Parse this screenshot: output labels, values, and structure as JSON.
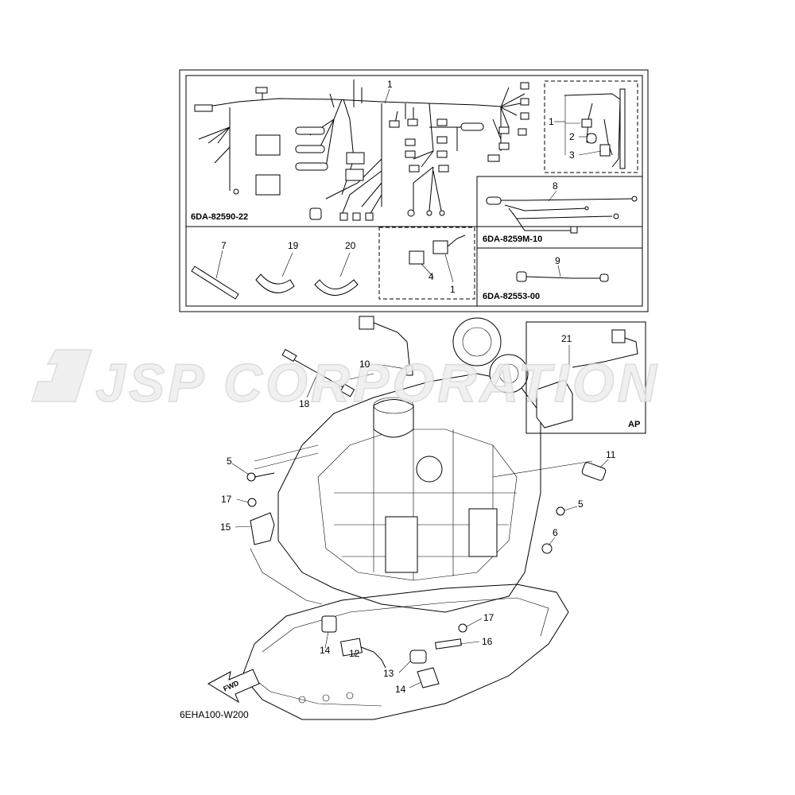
{
  "watermark": {
    "logo_mark": "J",
    "text": "JSP CORPORATION"
  },
  "diagram_code": "6EHA100-W200",
  "insets": {
    "harness_main_code": "6DA-82590-22",
    "harness_sub_code": "6DA-8259M-10",
    "lead_code": "6DA-82553-00",
    "ap_label": "AP",
    "fwd_label": "FWD"
  },
  "callouts": {
    "c1_main": "1",
    "c1_sub": "1",
    "c2": "2",
    "c3": "3",
    "c4": "4",
    "c1_relay": "1",
    "c7": "7",
    "c19": "19",
    "c20": "20",
    "c8": "8",
    "c9": "9",
    "c10": "10",
    "c18": "18",
    "c21": "21",
    "c5_left": "5",
    "c11": "11",
    "c17_top": "17",
    "c15": "15",
    "c5_right": "5",
    "c6": "6",
    "c17_bottom": "17",
    "c16": "16",
    "c14_left": "14",
    "c12": "12",
    "c13": "13",
    "c14_bottom": "14"
  },
  "colors": {
    "line": "#000000",
    "watermark_fill": "#eeeeee",
    "watermark_stroke": "#d6d6d6"
  }
}
